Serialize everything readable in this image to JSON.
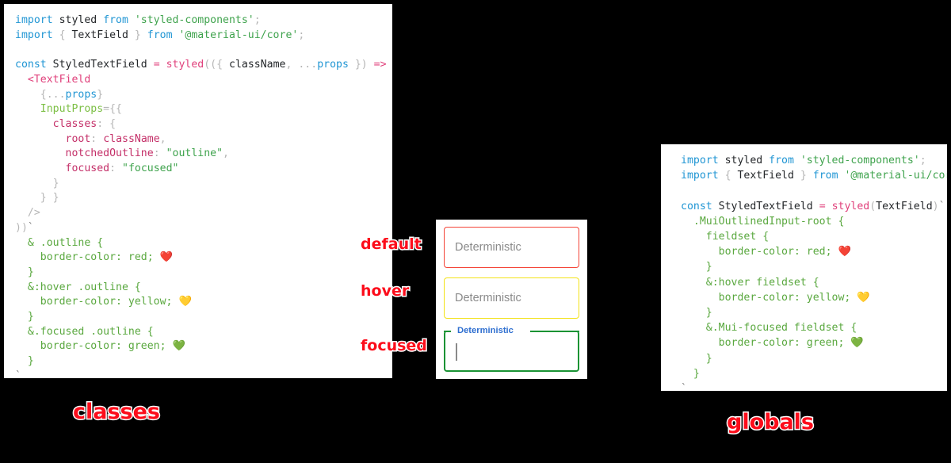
{
  "panels": {
    "classes": {
      "caption": "classes",
      "lines": [
        [
          {
            "t": "import ",
            "c": "t-kw"
          },
          {
            "t": "styled ",
            "c": "t-plain"
          },
          {
            "t": "from ",
            "c": "t-kw"
          },
          {
            "t": "'styled-components'",
            "c": "t-str"
          },
          {
            "t": ";",
            "c": "t-punct"
          }
        ],
        [
          {
            "t": "import ",
            "c": "t-kw"
          },
          {
            "t": "{ ",
            "c": "t-punct"
          },
          {
            "t": "TextField",
            "c": "t-plain"
          },
          {
            "t": " } ",
            "c": "t-punct"
          },
          {
            "t": "from ",
            "c": "t-kw"
          },
          {
            "t": "'@material-ui/core'",
            "c": "t-str"
          },
          {
            "t": ";",
            "c": "t-punct"
          }
        ],
        [],
        [
          {
            "t": "const ",
            "c": "t-kw"
          },
          {
            "t": "StyledTextField ",
            "c": "t-plain"
          },
          {
            "t": "= ",
            "c": "t-op"
          },
          {
            "t": "styled",
            "c": "t-fn"
          },
          {
            "t": "((",
            "c": "t-punct"
          },
          {
            "t": "{ ",
            "c": "t-punct"
          },
          {
            "t": "className",
            "c": "t-plain"
          },
          {
            "t": ", ",
            "c": "t-punct"
          },
          {
            "t": "...",
            "c": "t-punct"
          },
          {
            "t": "props",
            "c": "t-var"
          },
          {
            "t": " }) ",
            "c": "t-punct"
          },
          {
            "t": "=> ",
            "c": "t-op"
          },
          {
            "t": "(",
            "c": "t-punct"
          }
        ],
        [
          {
            "t": "  <TextField",
            "c": "t-jsx"
          }
        ],
        [
          {
            "t": "    {",
            "c": "t-punct"
          },
          {
            "t": "...",
            "c": "t-punct"
          },
          {
            "t": "props",
            "c": "t-var"
          },
          {
            "t": "}",
            "c": "t-punct"
          }
        ],
        [
          {
            "t": "    ",
            "c": "t-plain"
          },
          {
            "t": "InputProps",
            "c": "t-prop"
          },
          {
            "t": "={{",
            "c": "t-punct"
          }
        ],
        [
          {
            "t": "      ",
            "c": "t-plain"
          },
          {
            "t": "classes",
            "c": "t-key"
          },
          {
            "t": ": {",
            "c": "t-punct"
          }
        ],
        [
          {
            "t": "        ",
            "c": "t-plain"
          },
          {
            "t": "root",
            "c": "t-key"
          },
          {
            "t": ": ",
            "c": "t-punct"
          },
          {
            "t": "className",
            "c": "t-key"
          },
          {
            "t": ",",
            "c": "t-punct"
          }
        ],
        [
          {
            "t": "        ",
            "c": "t-plain"
          },
          {
            "t": "notchedOutline",
            "c": "t-key"
          },
          {
            "t": ": ",
            "c": "t-punct"
          },
          {
            "t": "\"outline\"",
            "c": "t-str"
          },
          {
            "t": ",",
            "c": "t-punct"
          }
        ],
        [
          {
            "t": "        ",
            "c": "t-plain"
          },
          {
            "t": "focused",
            "c": "t-key"
          },
          {
            "t": ": ",
            "c": "t-punct"
          },
          {
            "t": "\"focused\"",
            "c": "t-str"
          }
        ],
        [
          {
            "t": "      }",
            "c": "t-punct"
          }
        ],
        [
          {
            "t": "    } }",
            "c": "t-punct"
          }
        ],
        [
          {
            "t": "  />",
            "c": "t-punct"
          }
        ],
        [
          {
            "t": "))",
            "c": "t-punct"
          },
          {
            "t": "`",
            "c": "t-tick"
          }
        ],
        [
          {
            "t": "  & .outline {",
            "c": "t-css"
          }
        ],
        [
          {
            "t": "    border-color: red; ",
            "c": "t-css"
          },
          {
            "t": "❤️",
            "c": "emoji"
          }
        ],
        [
          {
            "t": "  }",
            "c": "t-css"
          }
        ],
        [
          {
            "t": "  &:hover .outline {",
            "c": "t-css"
          }
        ],
        [
          {
            "t": "    border-color: yellow; ",
            "c": "t-css"
          },
          {
            "t": "💛",
            "c": "emoji"
          }
        ],
        [
          {
            "t": "  }",
            "c": "t-css"
          }
        ],
        [
          {
            "t": "  &.focused .outline {",
            "c": "t-css"
          }
        ],
        [
          {
            "t": "    border-color: green; ",
            "c": "t-css"
          },
          {
            "t": "💚",
            "c": "emoji"
          }
        ],
        [
          {
            "t": "  }",
            "c": "t-css"
          }
        ],
        [
          {
            "t": "`",
            "c": "t-tick"
          }
        ],
        [
          {
            "t": ";",
            "c": "t-punct"
          }
        ]
      ]
    },
    "globals": {
      "caption": "globals",
      "lines": [
        [
          {
            "t": "import ",
            "c": "t-kw"
          },
          {
            "t": "styled ",
            "c": "t-plain"
          },
          {
            "t": "from ",
            "c": "t-kw"
          },
          {
            "t": "'styled-components'",
            "c": "t-str"
          },
          {
            "t": ";",
            "c": "t-punct"
          }
        ],
        [
          {
            "t": "import ",
            "c": "t-kw"
          },
          {
            "t": "{ ",
            "c": "t-punct"
          },
          {
            "t": "TextField",
            "c": "t-plain"
          },
          {
            "t": " } ",
            "c": "t-punct"
          },
          {
            "t": "from ",
            "c": "t-kw"
          },
          {
            "t": "'@material-ui/core'",
            "c": "t-str"
          },
          {
            "t": ";",
            "c": "t-punct"
          }
        ],
        [],
        [
          {
            "t": "const ",
            "c": "t-kw"
          },
          {
            "t": "StyledTextField ",
            "c": "t-plain"
          },
          {
            "t": "= ",
            "c": "t-op"
          },
          {
            "t": "styled",
            "c": "t-fn"
          },
          {
            "t": "(",
            "c": "t-punct"
          },
          {
            "t": "TextField",
            "c": "t-plain"
          },
          {
            "t": ")",
            "c": "t-punct"
          },
          {
            "t": "`",
            "c": "t-tick"
          }
        ],
        [
          {
            "t": "  .MuiOutlinedInput-root {",
            "c": "t-css"
          }
        ],
        [
          {
            "t": "    fieldset {",
            "c": "t-css"
          }
        ],
        [
          {
            "t": "      border-color: red; ",
            "c": "t-css"
          },
          {
            "t": "❤️",
            "c": "emoji"
          }
        ],
        [
          {
            "t": "    }",
            "c": "t-css"
          }
        ],
        [
          {
            "t": "    &:hover fieldset {",
            "c": "t-css"
          }
        ],
        [
          {
            "t": "      border-color: yellow; ",
            "c": "t-css"
          },
          {
            "t": "💛",
            "c": "emoji"
          }
        ],
        [
          {
            "t": "    }",
            "c": "t-css"
          }
        ],
        [
          {
            "t": "    &.Mui-focused fieldset {",
            "c": "t-css"
          }
        ],
        [
          {
            "t": "      border-color: green; ",
            "c": "t-css"
          },
          {
            "t": "💚",
            "c": "emoji"
          }
        ],
        [
          {
            "t": "    }",
            "c": "t-css"
          }
        ],
        [
          {
            "t": "  }",
            "c": "t-css"
          }
        ],
        [
          {
            "t": "`",
            "c": "t-tick"
          }
        ],
        [
          {
            "t": ";",
            "c": "t-punct"
          }
        ]
      ]
    }
  },
  "preview": {
    "fields": [
      {
        "state": "default",
        "text": "Deterministic",
        "border_color": "#f44336"
      },
      {
        "state": "hover",
        "text": "Deterministic",
        "border_color": "#f3e215"
      },
      {
        "state": "focused",
        "label": "Deterministic",
        "text": "",
        "border_color": "#1a9334",
        "label_color": "#2f6fd0"
      }
    ]
  },
  "annotations": {
    "default": "default",
    "hover": "hover",
    "focused": "focused",
    "color": "#fc0d1b"
  }
}
